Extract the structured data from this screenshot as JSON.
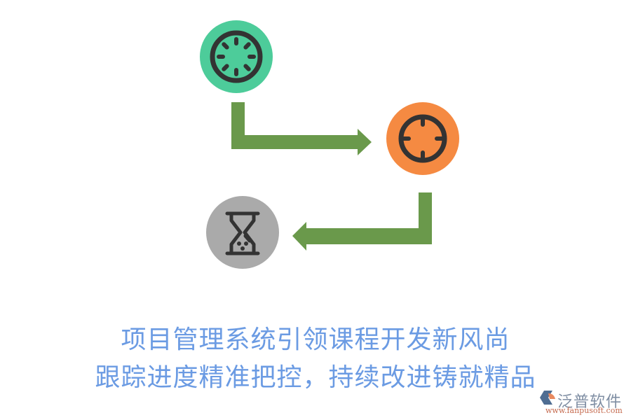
{
  "diagram": {
    "nodes": [
      {
        "id": "loading",
        "icon": "loading-spinner-icon",
        "color": "#4dcc9a"
      },
      {
        "id": "target",
        "icon": "crosshair-target-icon",
        "color": "#f58a42"
      },
      {
        "id": "hourglass",
        "icon": "hourglass-icon",
        "color": "#aaaaaa"
      }
    ],
    "arrows": [
      {
        "from": "loading",
        "to": "target",
        "color": "#6a994b"
      },
      {
        "from": "target",
        "to": "hourglass",
        "color": "#6a994b"
      }
    ]
  },
  "caption": {
    "line1": "项目管理系统引领课程开发新风尚",
    "line2": "跟踪进度精准把控，持续改进铸就精品",
    "color": "#6b9be3"
  },
  "watermark": {
    "name": "泛普软件",
    "url": "www.fanpusoft.com"
  }
}
